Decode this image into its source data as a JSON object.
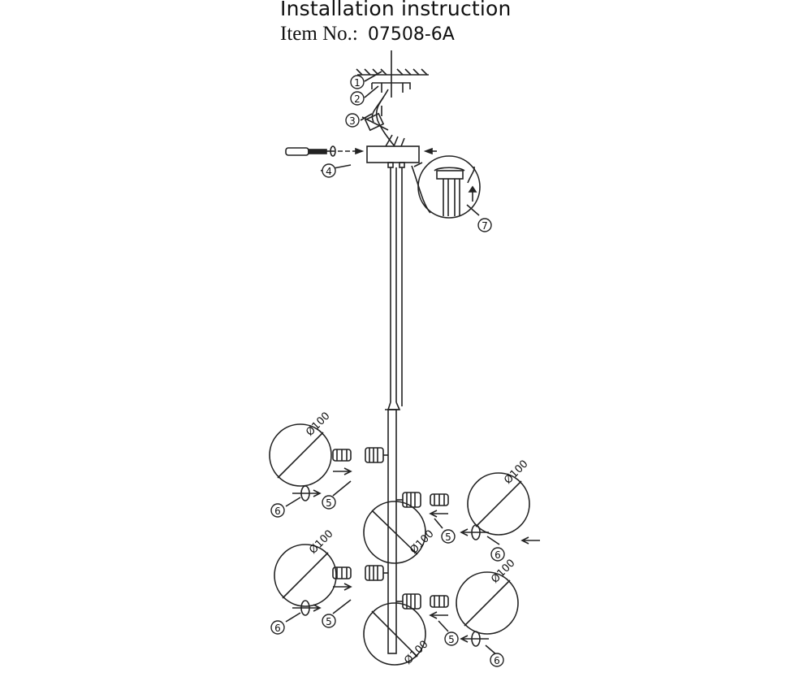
{
  "header": {
    "title": "Installation instruction",
    "item_label": "Item No.:",
    "item_number": "07508-6A"
  },
  "callouts": [
    "1",
    "2",
    "3",
    "4",
    "5",
    "6",
    "7"
  ],
  "shade_label": "Ø100",
  "colors": {
    "line": "#222222",
    "background": "#ffffff"
  }
}
